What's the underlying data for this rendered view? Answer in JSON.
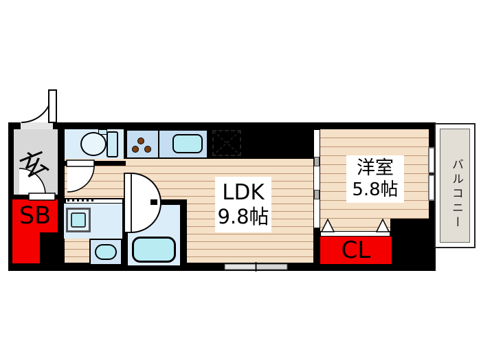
{
  "rooms": {
    "entrance": {
      "label": "玄"
    },
    "shoe_box": {
      "label": "SB"
    },
    "ldk": {
      "label": "LDK",
      "size": "9.8帖"
    },
    "western_room": {
      "label": "洋室",
      "size": "5.8帖"
    },
    "closet": {
      "label": "CL"
    },
    "balcony": {
      "label": "バルコニー"
    }
  },
  "colors": {
    "wall": "#000000",
    "accent_red": "#f50000",
    "floor": "#f5e0c8",
    "floor_line": "#bb9672",
    "genkan_floor": "#d8d8d8",
    "wet_floor": "#dcedfa",
    "fixture_blue": "#c4ddf1",
    "water_aqua": "#b9ebf3",
    "balcony_floor": "#e2ded5",
    "label_bg": "#ffffff"
  }
}
